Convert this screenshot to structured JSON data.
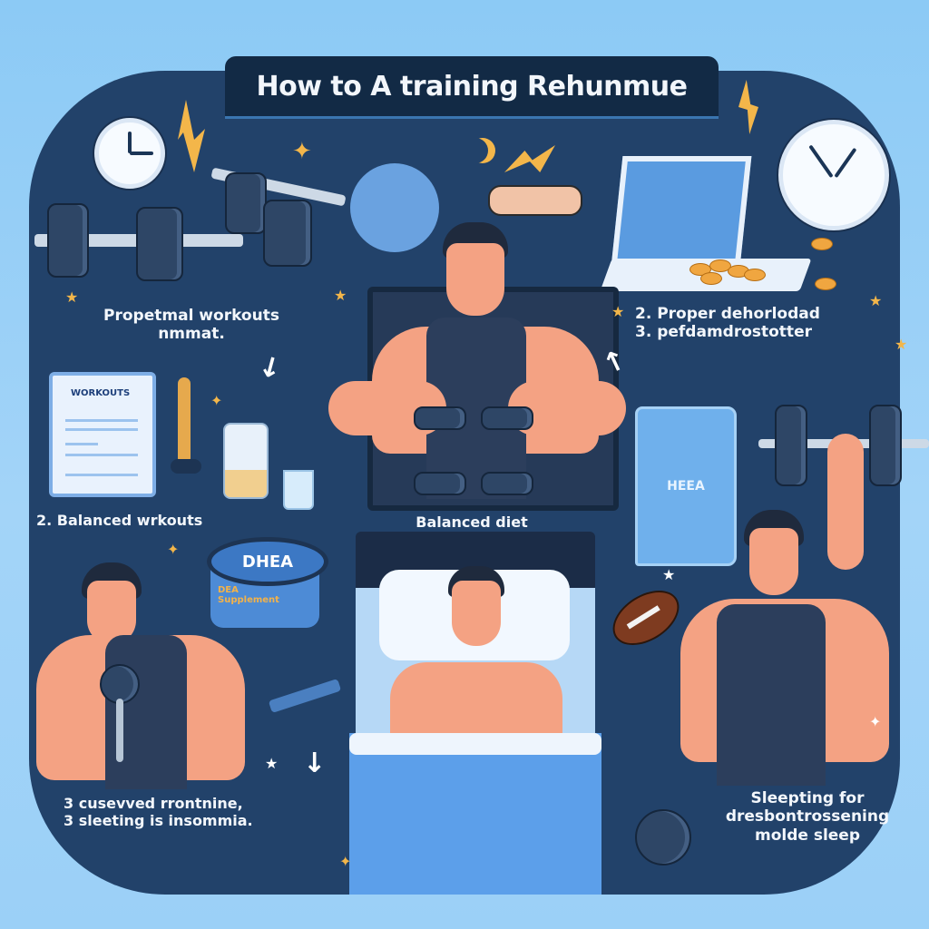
{
  "title": "How to A training Rehunmue",
  "labels": {
    "top_left": "Propetmal workouts nmmat.",
    "top_right_line1": "2. Proper dehorlodad",
    "top_right_line2": "3. pefdamdrostotter",
    "mid_left": "2. Balanced wrkouts",
    "center": "Balanced diet",
    "bottom_left_line1": "3 cusevved rrontnine,",
    "bottom_left_line2": "3 sleeting is insommia.",
    "bottom_right_line1": "Sleepting for",
    "bottom_right_line2": "dresbontrossening",
    "bottom_right_line3": "molde sleep"
  },
  "props": {
    "clipboard_heading": "WORKOUTS",
    "jar_lid_text": "DHEA",
    "jar_label": "DEA Supplement",
    "banner_text": "HEEA"
  },
  "colors": {
    "background": "#9bd0f7",
    "panel": "#22426a",
    "title_bar": "#122a45",
    "accent_star": "#f3b64a",
    "skin": "#f4a283"
  },
  "icons": [
    "alarm-clock-icon",
    "dumbbell-icon",
    "wall-clock-icon",
    "moon-icon",
    "lightning-icon",
    "laptop-icon",
    "clipboard-icon",
    "bottle-icon",
    "glass-icon",
    "supplement-jar-icon",
    "banner-icon",
    "football-icon",
    "bed-icon",
    "arrow-icon",
    "star-icon"
  ]
}
